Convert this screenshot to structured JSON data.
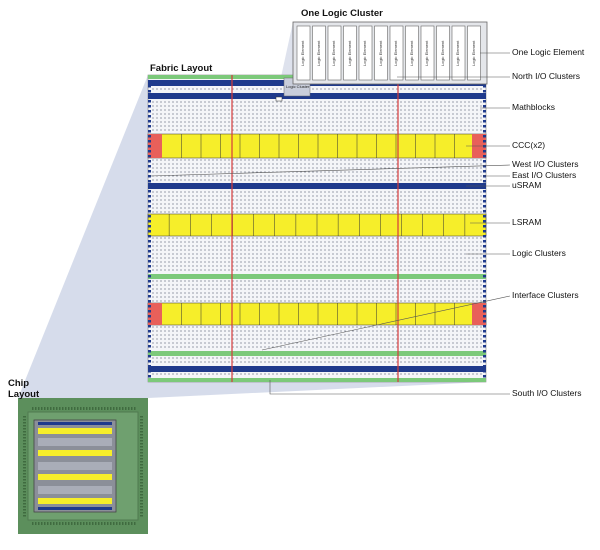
{
  "titles": {
    "logic_cluster": "One Logic Cluster",
    "fabric": "Fabric Layout",
    "chip": "Chip\nLayout"
  },
  "logic_cluster": {
    "element_label": "Logic Element",
    "element_count": 12,
    "mini_label": "Logic Cluster"
  },
  "callouts": [
    "One Logic Element",
    "North I/O Clusters",
    "Mathblocks",
    "CCC(x2)",
    "West I/O Clusters",
    "East I/O Clusters",
    "uSRAM",
    "LSRAM",
    "Logic Clusters",
    "Interface Clusters",
    "South I/O Clusters"
  ],
  "colors": {
    "io_blue": "#1f3a8c",
    "lsram_yellow": "#f6ee2a",
    "ccc_red": "#e8605a",
    "interface_green": "#7cc97a",
    "column_red": "#d63a3a",
    "chip_green": "#5c8f5c",
    "projection": "#c8d0e4"
  }
}
